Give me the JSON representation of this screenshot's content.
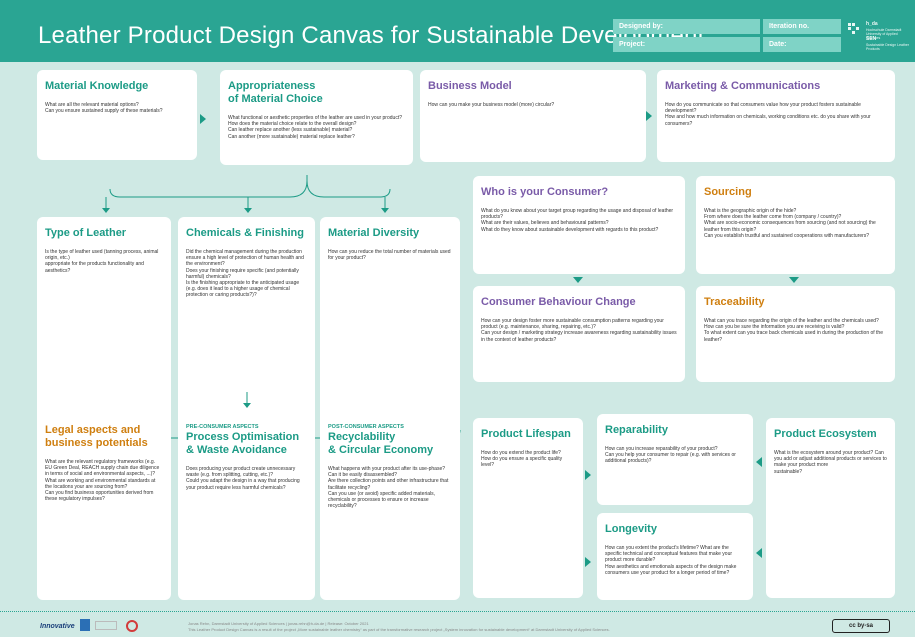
{
  "header": {
    "title": "Leather Product Design Canvas for Sustainable Development",
    "designed_by": "Designed by:",
    "project": "Project:",
    "iteration": "Iteration no.",
    "date": "Date:",
    "logo_h_da": "h_da",
    "logo_h_da_text": "Hochschule Darmstadt University of Applied Sciences",
    "logo_sen": "SEN",
    "logo_sen_text": "Sustainable Design Leather Products"
  },
  "cards": {
    "material_knowledge": {
      "title": "Material Knowledge",
      "text": "What are all the relevant material options?\nCan you ensure sustained supply of these materials?"
    },
    "appropriateness": {
      "title": "Appropriateness\nof Material Choice",
      "text": "What functional or aesthetic properties of the leather are used in your product?\nHow does the material choice relate to the overall design?\nCan leather replace another (less sustainable) material?\nCan another (more sustainable) material replace leather?"
    },
    "business_model": {
      "title": "Business Model",
      "text": "How can you make your business model (more) circular?"
    },
    "marketing": {
      "title": "Marketing & Communications",
      "text": "How do you communicate so that consumers value how your product fosters sustainable development?\nHow and how much information on chemicals, working conditions etc. do you share with your consumers?"
    },
    "consumer": {
      "title": "Who is your Consumer?",
      "text": "What do you know about your target group regarding the usage and disposal of leather products?\nWhat are their values, believes and behavioural patterns?\nWhat do they know about sustainable development with regards to this product?"
    },
    "sourcing": {
      "title": "Sourcing",
      "text": "What is the geographic origin of the hide?\nFrom where does the leather come from (company / country)?\nWhat are socio-economic consequences from sourcing (and not sourcing) the leather from this origin?\nCan you establish trustful and sustained cooperations with manufacturers?"
    },
    "type_of_leather": {
      "title": "Type of Leather",
      "text": "Is the type of leather used (tanning process, animal origin, etc.)\nappropriate for the products functionality and aesthetics?"
    },
    "chemicals": {
      "title": "Chemicals & Finishing",
      "text": "Did the chemical management during the production ensure a high level of protection of human health and the environment?\nDoes your finishing require specific (and potentially harmful) chemicals?\nIs the finishing appropriate to the anticipated usage (e.g. does it lead to a higher usage of chemical protection or caring products?)?"
    },
    "material_diversity": {
      "title": "Material Diversity",
      "text": "How can you reduce the total number of materials used for your product?"
    },
    "consumer_behaviour": {
      "title": "Consumer Behaviour Change",
      "text": "How can your design foster more sustainable consumption patterns regarding your product (e.g. maintenance, sharing, repairing, etc.)?\nCan your design / marketing strategy increase awareness regarding sustainability issues in the context of leather products?"
    },
    "traceability": {
      "title": "Traceability",
      "text": "What can you trace regarding the origin of the leather and the chemicals used?\nHow can you be sure the information you are receiving is valid?\nTo what extent can you trace back chemicals used in during the production of the leather?"
    },
    "legal": {
      "title": "Legal aspects and\nbusiness potentials",
      "text": "What are the relevant regulatory frameworks (e.g. EU Green Deal, REACH supply chain due diligence in terms of social and environmental aspects, ...)?\nWhat are working and environmental standards at the locations your are sourcing from?\nCan you find business opportunities derived from these regulatory impulses?"
    },
    "process": {
      "pre": "PRE-CONSUMER ASPECTS",
      "title": "Process Optimisation\n& Waste Avoidance",
      "text": "Does producing your product create unnecessary waste (e.g. from splitting, cutting, etc.)?\nCould you adapt the design in a way that producing your product require less harmful chemicals?"
    },
    "recyclability": {
      "pre": "POST-CONSUMER ASPECTS",
      "title": "Recyclability\n& Circular Economy",
      "text": "What happens with your product after its use-phase?\nCan it be easily disassembled?\nAre there collection points and other infrastructure that facilitate recycling?\nCan you use (or avoid) specific added materials, chemicals or processes to ensure or increase recyclability?"
    },
    "lifespan": {
      "title": "Product Lifespan",
      "text": "How do you extend the product life?\nHow do you ensure a specific quality level?"
    },
    "reparability": {
      "title": "Reparability",
      "text": "How can you increase reparability of your product?\nCan you help your consumer to repair (e.g. with services or additional products)?"
    },
    "ecosystem": {
      "title": "Product Ecosystem",
      "text": "What is the ecosystem around your product? Can you add or adjust additional products or services to make your product more\nsustainable?"
    },
    "longevity": {
      "title": "Longevity",
      "text": "How can you extent the product's lifetime? What are the specific technical and conceptual features that make your product more durable?\nHow aesthetics and emotionals aspects of the design make consumers use your product for a longer period of time?"
    }
  },
  "footer": {
    "logo": "Innovative",
    "credit_line1": "Jonas Rehn, Darmstadt University of Applied Sciences   |   jonas.rehn@h-da.de   |   Release: October 2021",
    "credit_line2": "This Leather Product Design Canvas is a result of the project „More sustainable leather chemistry“ as part of the transformative research project „System innovation for sustainable development“ at Darmstadt University of Applied Sciences.",
    "license": "cc by-sa"
  },
  "colors": {
    "header": "#2aa593",
    "background": "#cfe9e4",
    "green": "#1c9b86",
    "purple": "#7a5ba8",
    "orange": "#cf7f10"
  }
}
